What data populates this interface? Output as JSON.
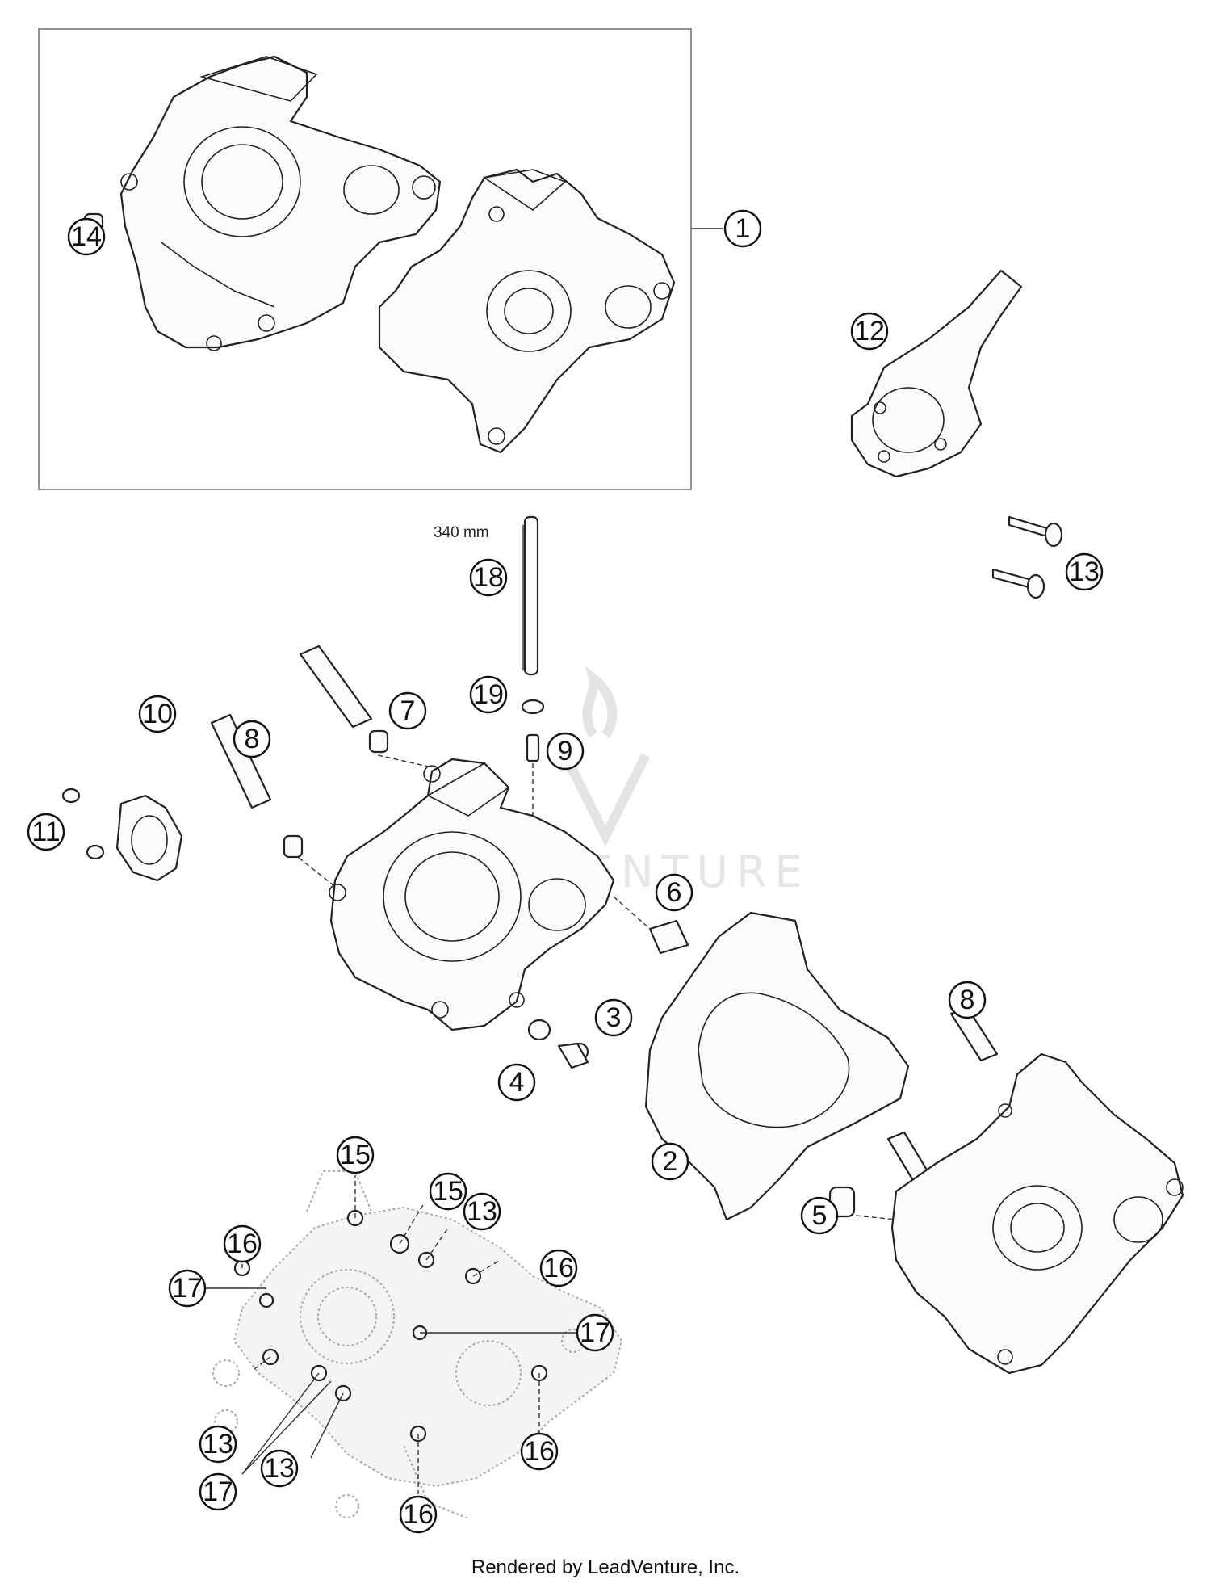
{
  "watermark_text": "LEADVENTURE",
  "dimension_label": "340 mm",
  "footer": "Rendered by LeadVenture, Inc.",
  "callouts": [
    "1",
    "2",
    "3",
    "4",
    "5",
    "6",
    "7",
    "8",
    "8",
    "9",
    "10",
    "11",
    "12",
    "13",
    "13",
    "13",
    "13",
    "13",
    "14",
    "15",
    "15",
    "16",
    "16",
    "16",
    "16",
    "16",
    "17",
    "17",
    "17",
    "17",
    "18",
    "19"
  ]
}
